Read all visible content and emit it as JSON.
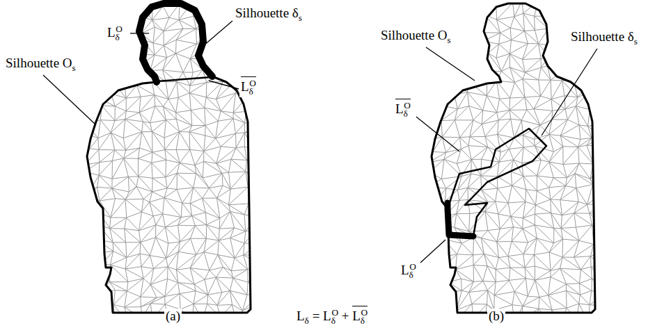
{
  "diagram": {
    "labels": [
      "LδO",
      "Silhouette δs",
      "Silhouette Os",
      "LδO",
      "Silhouette Os",
      "Silhouette δs",
      "LδO",
      "LδO",
      "Lδ = LδO + LδO",
      "(a)",
      "(b)"
    ]
  }
}
